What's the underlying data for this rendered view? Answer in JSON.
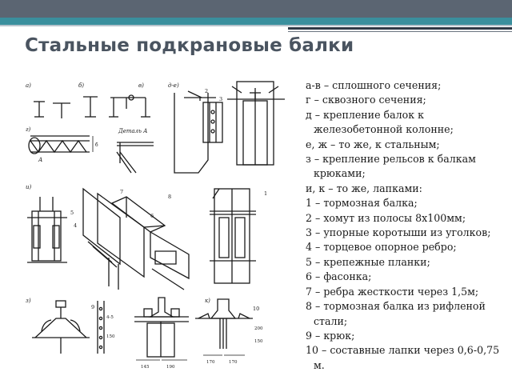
{
  "slide": {
    "title": "Стальные подкрановые балки",
    "colors": {
      "header_bar": "#5b6572",
      "header_accent": "#3a8f9d",
      "title_text": "#4a5460"
    }
  },
  "figure": {
    "panel_labels": [
      "а)",
      "б)",
      "в)",
      "д-е)",
      "г)",
      "Деталь А",
      "А",
      "и)",
      "з)",
      "к)"
    ],
    "dimension_labels": [
      "б",
      "4-5",
      "150",
      "145",
      "190",
      "170",
      "170",
      "200",
      "150"
    ],
    "part_numbers": [
      "1",
      "2",
      "3",
      "4",
      "5",
      "6",
      "7",
      "8",
      "9",
      "10"
    ]
  },
  "legend": {
    "items": [
      "а-в – сплошного сечения;",
      "г – сквозного сечения;",
      "д – крепление балок к железобетонной колонне;",
      "е, ж – то же, к стальным;",
      "з – крепление рельсов к балкам крюками;",
      "и, к – то же, лапками:",
      "1 – тормозная балка;",
      "2 – хомут из полосы 8х100мм;",
      "3 – упорные коротыши из уголков;",
      "4 – торцевое опорное ребро;",
      "5 – крепежные планки;",
      "6 – фасонка;",
      "7 – ребра жесткости через 1,5м;",
      "8 – тормозная балка из рифленой стали;",
      "9 – крюк;",
      "10 – составные лапки через 0,6-0,75 м."
    ]
  }
}
